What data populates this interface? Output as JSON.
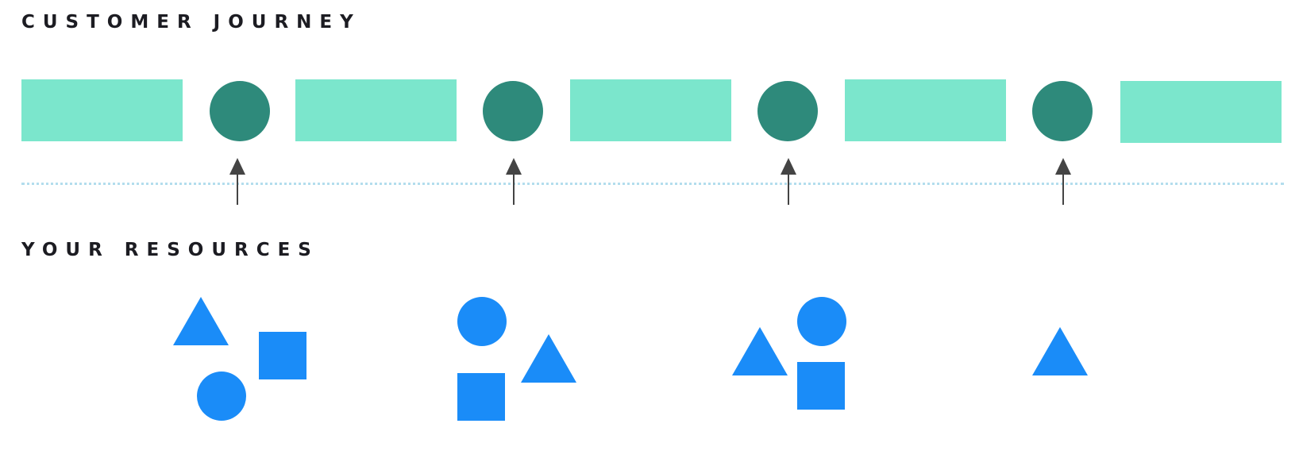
{
  "headings": {
    "journey": "CUSTOMER JOURNEY",
    "resources": "YOUR RESOURCES"
  },
  "colors": {
    "stage": "#7be6cc",
    "touchpoint": "#2e8a7b",
    "divider": "#b3dded",
    "arrow": "#444444",
    "resource": "#1a8cf8",
    "text": "#1c1c22"
  },
  "journey": {
    "stage_count": 5,
    "touchpoint_count": 4
  },
  "resource_groups": [
    {
      "name": "group-1",
      "shapes": [
        "triangle",
        "square",
        "circle"
      ]
    },
    {
      "name": "group-2",
      "shapes": [
        "circle",
        "triangle",
        "square"
      ]
    },
    {
      "name": "group-3",
      "shapes": [
        "triangle",
        "circle",
        "square"
      ]
    },
    {
      "name": "group-4",
      "shapes": [
        "triangle"
      ]
    }
  ]
}
